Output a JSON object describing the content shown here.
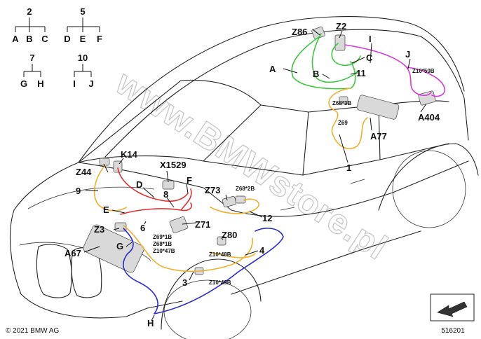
{
  "colors": {
    "green": "#3ec63e",
    "magenta": "#d63cd6",
    "orange": "#f0b030",
    "red": "#e03030",
    "blue": "#2b2bd0"
  },
  "trees": [
    {
      "parent": "2",
      "children": [
        "A",
        "B",
        "C"
      ]
    },
    {
      "parent": "5",
      "children": [
        "D",
        "E",
        "F"
      ]
    },
    {
      "parent": "7",
      "children": [
        "G",
        "H"
      ]
    },
    {
      "parent": "10",
      "children": [
        "I",
        "J"
      ]
    }
  ],
  "labels": {
    "Z86": "Z86",
    "Z2": "Z2",
    "A": "A",
    "C": "C",
    "I": "I",
    "J": "J",
    "B": "B",
    "n11": "11",
    "Z10_50B": "Z10*50B",
    "Z68_3B": "Z68*3B",
    "Z69": "Z69",
    "A404": "A404",
    "A77": "A77",
    "n1": "1",
    "K14": "K14",
    "X1529": "X1529",
    "Z44": "Z44",
    "n9": "9",
    "D": "D",
    "F": "F",
    "n8": "8",
    "Z73": "Z73",
    "Z68_2B": "Z68*2B",
    "E": "E",
    "n12": "12",
    "Z3": "Z3",
    "n6": "6",
    "Z71": "Z71",
    "Z80": "Z80",
    "Z69_1B": "Z69*1B",
    "Z68_1B": "Z68*1B",
    "Z10_47B": "Z10*47B",
    "G": "G",
    "n4": "4",
    "Z10_48B": "Z10*48B",
    "A67": "A67",
    "n3": "3",
    "Z10_49B": "Z10*49B",
    "H": "H"
  },
  "watermark": "www.BMWstore.pl",
  "footer": {
    "copyright": "© 2021 BMW AG",
    "image_number": "516201"
  },
  "icons": {
    "direction": "arrow-direction-icon"
  }
}
